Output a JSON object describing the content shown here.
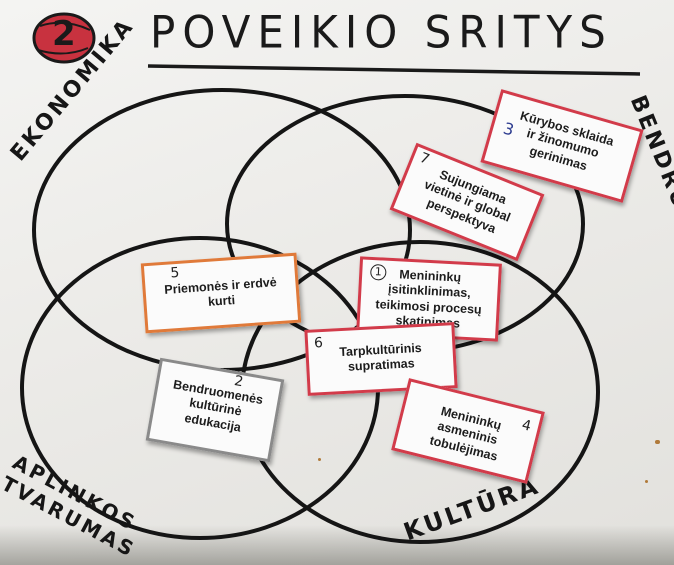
{
  "title": {
    "number": "2",
    "text": "POVEIKIO SRITYS"
  },
  "circle_labels": {
    "ekonomika": "EKONOMIKA",
    "bendruomene": "BENDRUOMENĖ",
    "aplinkos_tvarumas": "APLINKOS\nTVARUMAS",
    "kultura": "KULTŪRA"
  },
  "cards": {
    "kurybos": {
      "number": "3",
      "text": "Kūrybos sklaida\nir žinomumo\ngerinimas"
    },
    "sujungiama": {
      "number": "7",
      "text": "Sujungiama\nvietinė ir global\nperspektyva"
    },
    "priemones": {
      "number": "5",
      "text": "Priemonės ir erdvė\nkurti"
    },
    "menininku_isitinklinimas": {
      "number": "1",
      "text": "Menininkų\nįsitinklinimas,\nteikimosi procesų\nskatinimas"
    },
    "tarpkulturinis": {
      "number": "6",
      "text": "Tarpkultūrinis\nsupratimas"
    },
    "bendruomenes": {
      "number": "2",
      "text": "Bendruomenės\nkultūrinė\nedukacija"
    },
    "menininku_asmeninis": {
      "number": "4",
      "text": "Menininkų\nasmeninis\ntobulėjimas"
    }
  },
  "colors": {
    "card_border": "#d23b4a",
    "ink": "#1a1a1a",
    "badge": "#c8323f"
  }
}
